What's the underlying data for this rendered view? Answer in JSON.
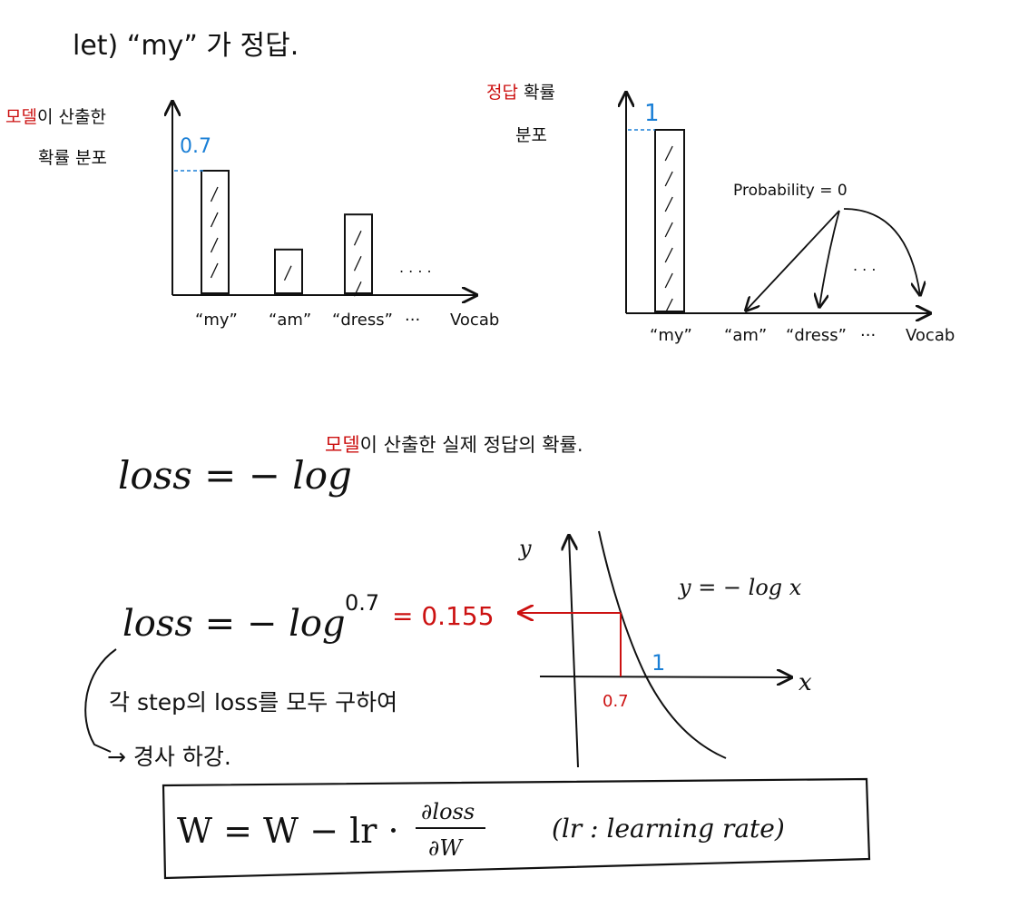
{
  "header": {
    "let_text": "let) “my” 가 정답."
  },
  "model_distribution": {
    "label_red": "모델",
    "label_rest": "이 산출한",
    "label_line2": "확률 분포",
    "value_label": "0.7",
    "categories": [
      "“my”",
      "“am”",
      "“dress”",
      "···",
      "Vocab"
    ],
    "values": [
      0.7,
      0.25,
      0.45
    ]
  },
  "true_distribution": {
    "label_red": "정답",
    "label_rest": " 확률",
    "label_line2": "분포",
    "value_label": "1",
    "annotation": "Probability = 0",
    "categories": [
      "“my”",
      "“am”",
      "“dress”",
      "···",
      "Vocab"
    ],
    "values": [
      1,
      0,
      0
    ]
  },
  "loss_definition": {
    "lhs": "loss = − log",
    "exponent_red": "모델",
    "exponent_rest": "이 산출한 실제 정답의 확률."
  },
  "loss_example": {
    "lhs": "loss = − log",
    "exponent": "0.7",
    "result": "= 0.155"
  },
  "graph": {
    "y_axis_label": "y",
    "x_axis_label": "x",
    "equation": "y = − log x",
    "x_intercept": "1",
    "x_marker": "0.7"
  },
  "notes": {
    "line1": "각 step의 loss를 모두 구하여",
    "line2": "→ 경사 하강."
  },
  "update_rule": {
    "formula": "W = W − lr ·",
    "numerator": "∂loss",
    "denominator": "∂W",
    "note": "(lr : learning rate)"
  },
  "colors": {
    "ink": "#111111",
    "red": "#cc1111",
    "blue": "#1a7fd6"
  }
}
